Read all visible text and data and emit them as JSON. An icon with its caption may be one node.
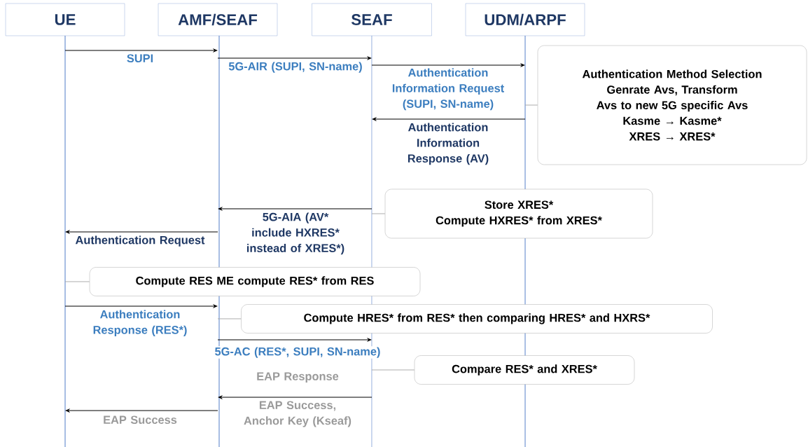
{
  "diagram": {
    "nodes": [
      {
        "text": [
          "UE"
        ]
      },
      {
        "text": [
          "AMF/SEAF"
        ]
      },
      {
        "text": [
          "SEAF"
        ]
      },
      {
        "text": [
          "UDM/ARPF"
        ]
      },
      {
        "text": [
          "Authentication Method Selection",
          "Genrate Avs, Transform Avs to new 5G specific Avs",
          "Kasme → Kasme*",
          "XRES → XRES*"
        ]
      },
      {
        "text": [
          "Store XRES*",
          "Compute HXRES* from XRES*"
        ]
      },
      {
        "text": [
          "Compute RES ME compute RES* from RES"
        ]
      },
      {
        "text": [
          "Compute HRES* from RES* then comparing HRES* and HXRS*"
        ]
      },
      {
        "text": [
          "Compare RES* and XRES*"
        ]
      }
    ],
    "edges": [
      {
        "from": 0,
        "to": 1,
        "arrow": "to",
        "label": "SUPI"
      },
      {
        "from": 1,
        "to": 2,
        "arrow": "to",
        "label": "5G-AIR (SUPI, SN-name)"
      },
      {
        "from": 2,
        "to": 3,
        "arrow": "to",
        "label": "Authentication Information Request (SUPI, SN-name)"
      },
      {
        "from": 3,
        "to": 2,
        "arrow": "to",
        "label": "Authentication Information Response (AV)"
      },
      {
        "from": 2,
        "to": 1,
        "arrow": "to",
        "label": "5G-AIA (AV* include HXRES* instead of XRES*)"
      },
      {
        "from": 1,
        "to": 0,
        "arrow": "to",
        "label": "Authentication Request"
      },
      {
        "from": 0,
        "to": 1,
        "arrow": "to",
        "label": "Authentication Response (RES*)"
      },
      {
        "from": 1,
        "to": 2,
        "arrow": "to",
        "label": "5G-AC (RES*, SUPI, SN-name)"
      },
      {
        "from": 2,
        "to": 1,
        "arrow": "to",
        "label": "EAP Success, Anchor Key (Kseaf)"
      },
      {
        "from": 1,
        "to": 0,
        "arrow": "to",
        "label": "EAP Success"
      },
      {
        "from": 4,
        "to": 3,
        "arrow": "none",
        "color": "#a6a6a6"
      },
      {
        "from": 5,
        "to": 2,
        "arrow": "none",
        "color": "#a6a6a6"
      },
      {
        "from": 6,
        "to": 0,
        "arrow": "none",
        "color": "#a6a6a6"
      },
      {
        "from": 7,
        "to": 1,
        "arrow": "none",
        "color": "#a6a6a6"
      },
      {
        "from": 8,
        "to": 2,
        "arrow": "none",
        "color": "#a6a6a6"
      }
    ],
    "labels": [
      "EAP Response"
    ]
  }
}
